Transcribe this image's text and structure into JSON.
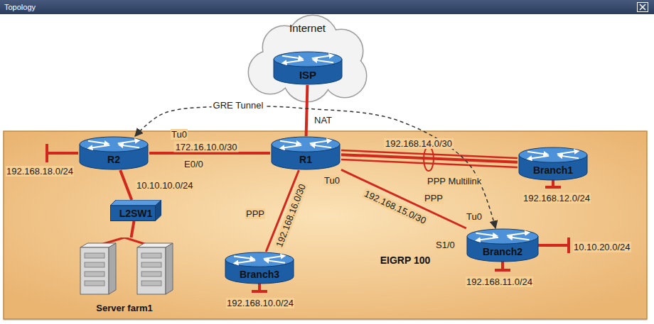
{
  "diagram": {
    "title": "Topology",
    "nodes": [
      {
        "text": [
          "Internet"
        ]
      },
      {
        "text": [
          "ISP"
        ],
        "in": 0
      },
      {
        "text": [
          "EIGRP 100"
        ]
      },
      {
        "text": [
          "R2"
        ],
        "in": 2
      },
      {
        "text": [
          "R1"
        ],
        "in": 2
      },
      {
        "text": [
          "Branch1"
        ],
        "in": 2
      },
      {
        "text": [
          "L2SW1"
        ],
        "in": 2
      },
      {
        "text": [
          "Branch3"
        ],
        "in": 2
      },
      {
        "text": [
          "Branch2"
        ],
        "in": 2
      },
      {
        "text": [
          "Server farm1"
        ],
        "in": 2
      }
    ],
    "edges": [
      {
        "from": 1,
        "to": 4,
        "arrow": "none",
        "label": "NAT"
      },
      {
        "from": 3,
        "to": 4,
        "arrow": "none",
        "label": "172.16.10.0/30"
      },
      {
        "from": 4,
        "to": 5,
        "arrow": "none",
        "label": "192.168.14.0/30"
      },
      {
        "from": 4,
        "to": 7,
        "arrow": "none",
        "label": "192.168.16.0/30"
      },
      {
        "from": 4,
        "to": 8,
        "arrow": "none",
        "label": "192.168.15.0/30"
      },
      {
        "from": 3,
        "to": 6,
        "arrow": "none",
        "label": "10.10.10.0/24"
      },
      {
        "from": 6,
        "to": 9,
        "arrow": "none"
      },
      {
        "from": 3,
        "to": 8,
        "arrow": "both",
        "label": "GRE Tunnel"
      }
    ],
    "labels": [
      "Tu0",
      "E0/0",
      "Tu0",
      "PPP Multilink",
      "PPP",
      "PPP",
      "S1/0",
      "Tu0",
      "192.168.18.0/24",
      "192.168.12.0/24",
      "192.168.11.0/24",
      "10.10.20.0/24",
      "192.168.10.0/24"
    ]
  }
}
